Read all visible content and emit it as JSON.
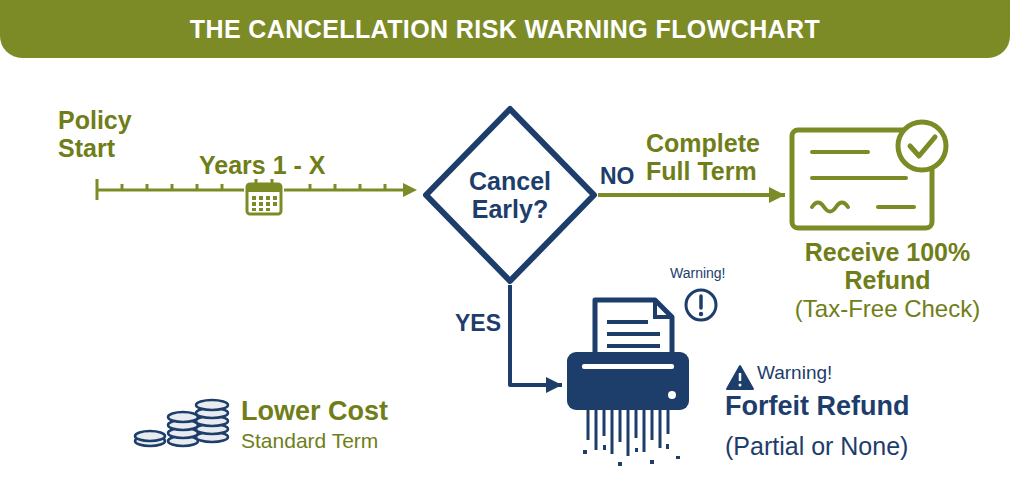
{
  "diagram": {
    "title": "THE CANCELLATION RISK WARNING FLOWCHART",
    "nodes": [
      {
        "text": [
          "Cancel Early?"
        ]
      },
      {
        "text": [
          "Receive 100% Refund",
          "(Tax-Free Check)"
        ]
      },
      {
        "text": [
          "Warning!",
          "Forfeit Refund",
          "(Partial or None)"
        ]
      }
    ],
    "edges": [
      {
        "from": 0,
        "to": 1,
        "label": "NO",
        "arrow": "to"
      },
      {
        "from": 0,
        "to": 2,
        "label": "YES",
        "arrow": "to"
      }
    ],
    "labels": [
      "Policy Start",
      "Years 1 - X",
      "Complete Full Term",
      "Warning!",
      "Lower Cost",
      "Standard Term"
    ]
  }
}
